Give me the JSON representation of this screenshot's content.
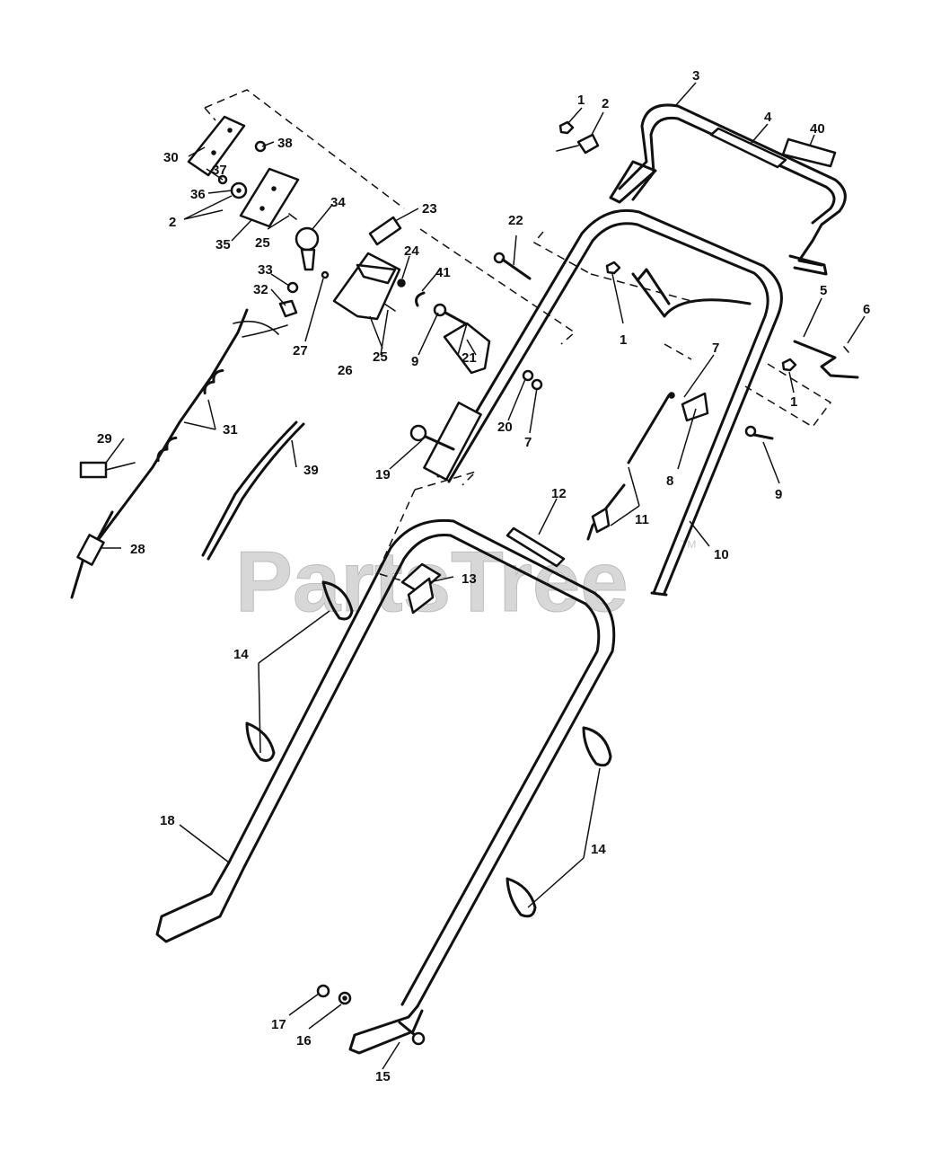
{
  "watermark": {
    "text": "PartsTree",
    "mark": "TM"
  },
  "callouts": {
    "c1a": "1",
    "c1b": "1",
    "c1c": "1",
    "c2a": "2",
    "c2b": "2",
    "c3": "3",
    "c4": "4",
    "c5": "5",
    "c6": "6",
    "c7a": "7",
    "c7b": "7",
    "c8": "8",
    "c9a": "9",
    "c9b": "9",
    "c10": "10",
    "c11": "11",
    "c12": "12",
    "c13": "13",
    "c14a": "14",
    "c14b": "14",
    "c15": "15",
    "c16": "16",
    "c17": "17",
    "c18": "18",
    "c19": "19",
    "c20": "20",
    "c21": "21",
    "c22": "22",
    "c23": "23",
    "c24": "24",
    "c25a": "25",
    "c25b": "25",
    "c26": "26",
    "c27": "27",
    "c28": "28",
    "c29": "29",
    "c30": "30",
    "c31": "31",
    "c32": "32",
    "c33": "33",
    "c34": "34",
    "c35": "35",
    "c36": "36",
    "c37": "37",
    "c38": "38",
    "c39": "39",
    "c40": "40",
    "c41": "41"
  }
}
